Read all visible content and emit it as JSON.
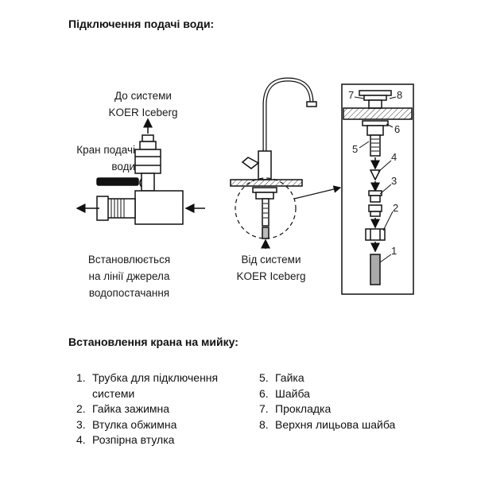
{
  "headings": {
    "connection": "Підключення подачі води:",
    "install": "Встановлення крана на мийку:"
  },
  "labels": {
    "to_system": "До системи\nKOER Iceberg",
    "valve": "Кран подачі\nводи",
    "installed": "Встановлюється\nна лінії джерела\nводопостачання",
    "from_system": "Від системи\nKOER Iceberg"
  },
  "callouts": [
    "1",
    "2",
    "3",
    "4",
    "5",
    "6",
    "7",
    "8"
  ],
  "parts_left": [
    {
      "num": "1.",
      "text": "Трубка для підключення системи"
    },
    {
      "num": "2.",
      "text": "Гайка зажимна"
    },
    {
      "num": "3.",
      "text": "Втулка обжимна"
    },
    {
      "num": "4.",
      "text": "Розпірна втулка"
    }
  ],
  "parts_right": [
    {
      "num": "5.",
      "text": "Гайка"
    },
    {
      "num": "6.",
      "text": "Шайба"
    },
    {
      "num": "7.",
      "text": "Прокладка"
    },
    {
      "num": "8.",
      "text": "Верхня лицьова шайба"
    }
  ]
}
